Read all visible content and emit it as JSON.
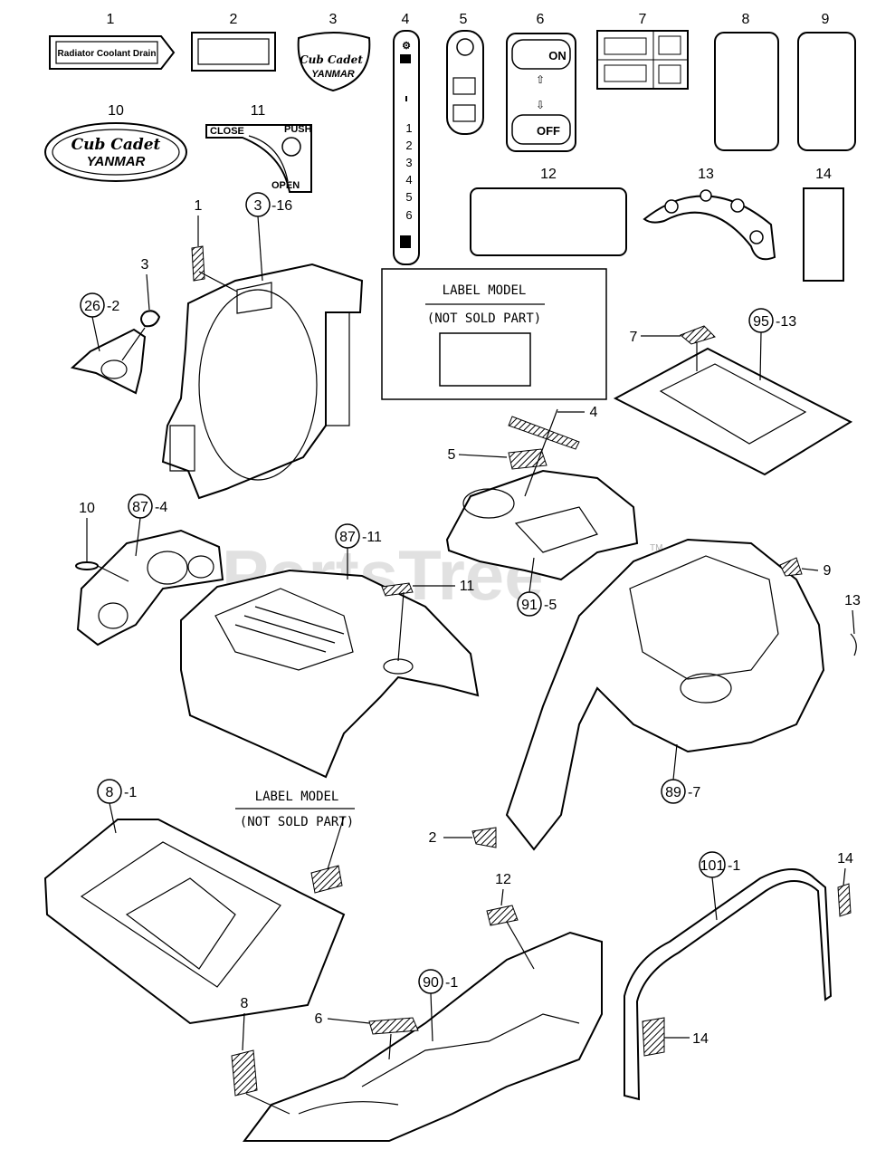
{
  "watermark": "PartsTree",
  "watermark_tm": "TM",
  "top_row_numbers": [
    "1",
    "2",
    "3",
    "4",
    "5",
    "6",
    "7",
    "8",
    "9"
  ],
  "second_row_numbers": [
    "10",
    "11",
    "12",
    "13",
    "14"
  ],
  "label_texts": {
    "radiator": "Radiator Coolant Drain",
    "brand_top": "Cub Cadet",
    "brand_bottom": "YANMAR",
    "close": "CLOSE",
    "push": "PUSH",
    "open": "OPEN",
    "on": "ON",
    "off": "OFF",
    "speed_marks": [
      "1",
      "2",
      "3",
      "4",
      "5",
      "6"
    ]
  },
  "label_model_box": {
    "title": "LABEL MODEL",
    "subtitle": "(NOT SOLD PART)"
  },
  "callouts": [
    {
      "circle": "3",
      "suffix": "-16"
    },
    {
      "circle": "26",
      "suffix": "-2"
    },
    {
      "circle": "95",
      "suffix": "-13"
    },
    {
      "circle": "87",
      "suffix": "-4"
    },
    {
      "circle": "87",
      "suffix": "-11"
    },
    {
      "circle": "91",
      "suffix": "-5"
    },
    {
      "circle": "89",
      "suffix": "-7"
    },
    {
      "circle": "8",
      "suffix": "-1"
    },
    {
      "circle": "90",
      "suffix": "-1"
    },
    {
      "circle": "101",
      "suffix": "-1"
    }
  ],
  "pointer_labels": [
    "1",
    "3",
    "7",
    "4",
    "5",
    "10",
    "11",
    "9",
    "13",
    "2",
    "12",
    "6",
    "8",
    "14",
    "14"
  ]
}
